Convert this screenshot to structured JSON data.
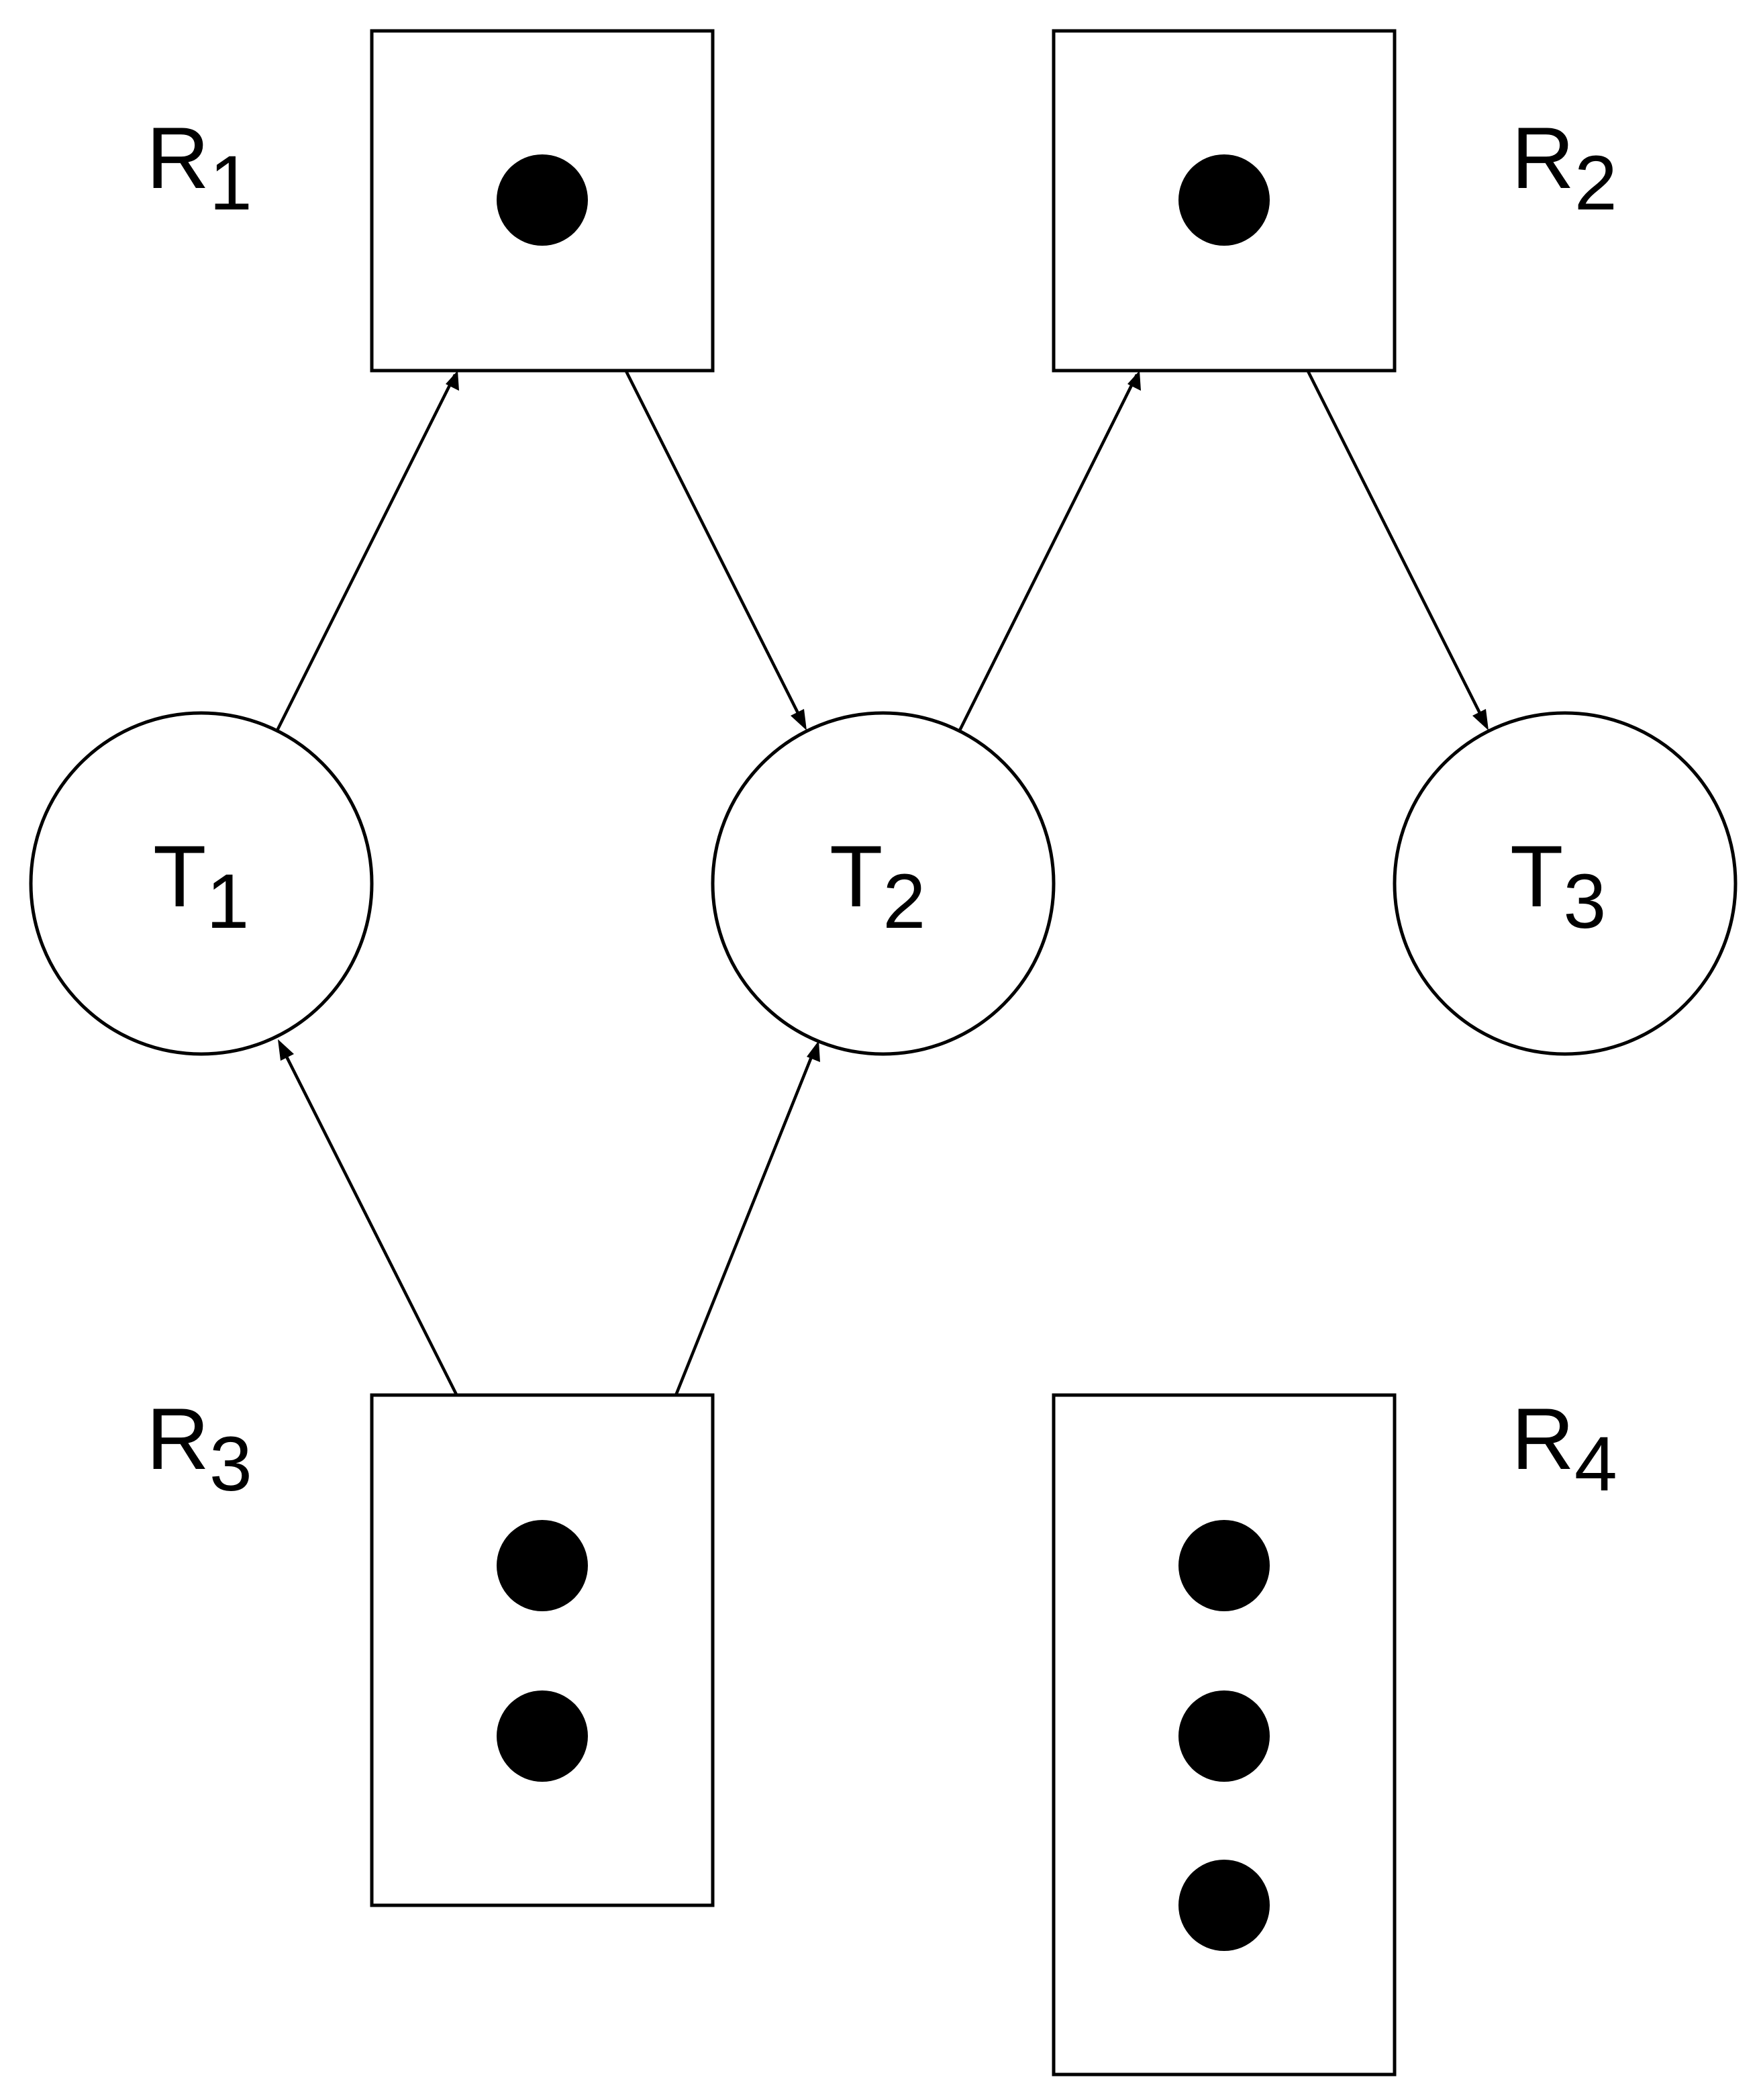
{
  "resources": [
    {
      "id": "R1",
      "letter": "R",
      "index": "1",
      "instances": 1
    },
    {
      "id": "R2",
      "letter": "R",
      "index": "2",
      "instances": 1
    },
    {
      "id": "R3",
      "letter": "R",
      "index": "3",
      "instances": 2
    },
    {
      "id": "R4",
      "letter": "R",
      "index": "4",
      "instances": 3
    }
  ],
  "threads": [
    {
      "id": "T1",
      "letter": "T",
      "index": "1"
    },
    {
      "id": "T2",
      "letter": "T",
      "index": "2"
    },
    {
      "id": "T3",
      "letter": "T",
      "index": "3"
    }
  ],
  "edges": [
    {
      "from": "T1",
      "to": "R1",
      "kind": "request"
    },
    {
      "from": "R1",
      "to": "T2",
      "kind": "assignment"
    },
    {
      "from": "T2",
      "to": "R2",
      "kind": "request"
    },
    {
      "from": "R2",
      "to": "T3",
      "kind": "assignment"
    },
    {
      "from": "R3",
      "to": "T1",
      "kind": "assignment"
    },
    {
      "from": "R3",
      "to": "T2",
      "kind": "assignment"
    }
  ],
  "colors": {
    "stroke": "#000000",
    "fill": "#ffffff",
    "dot": "#000000"
  }
}
